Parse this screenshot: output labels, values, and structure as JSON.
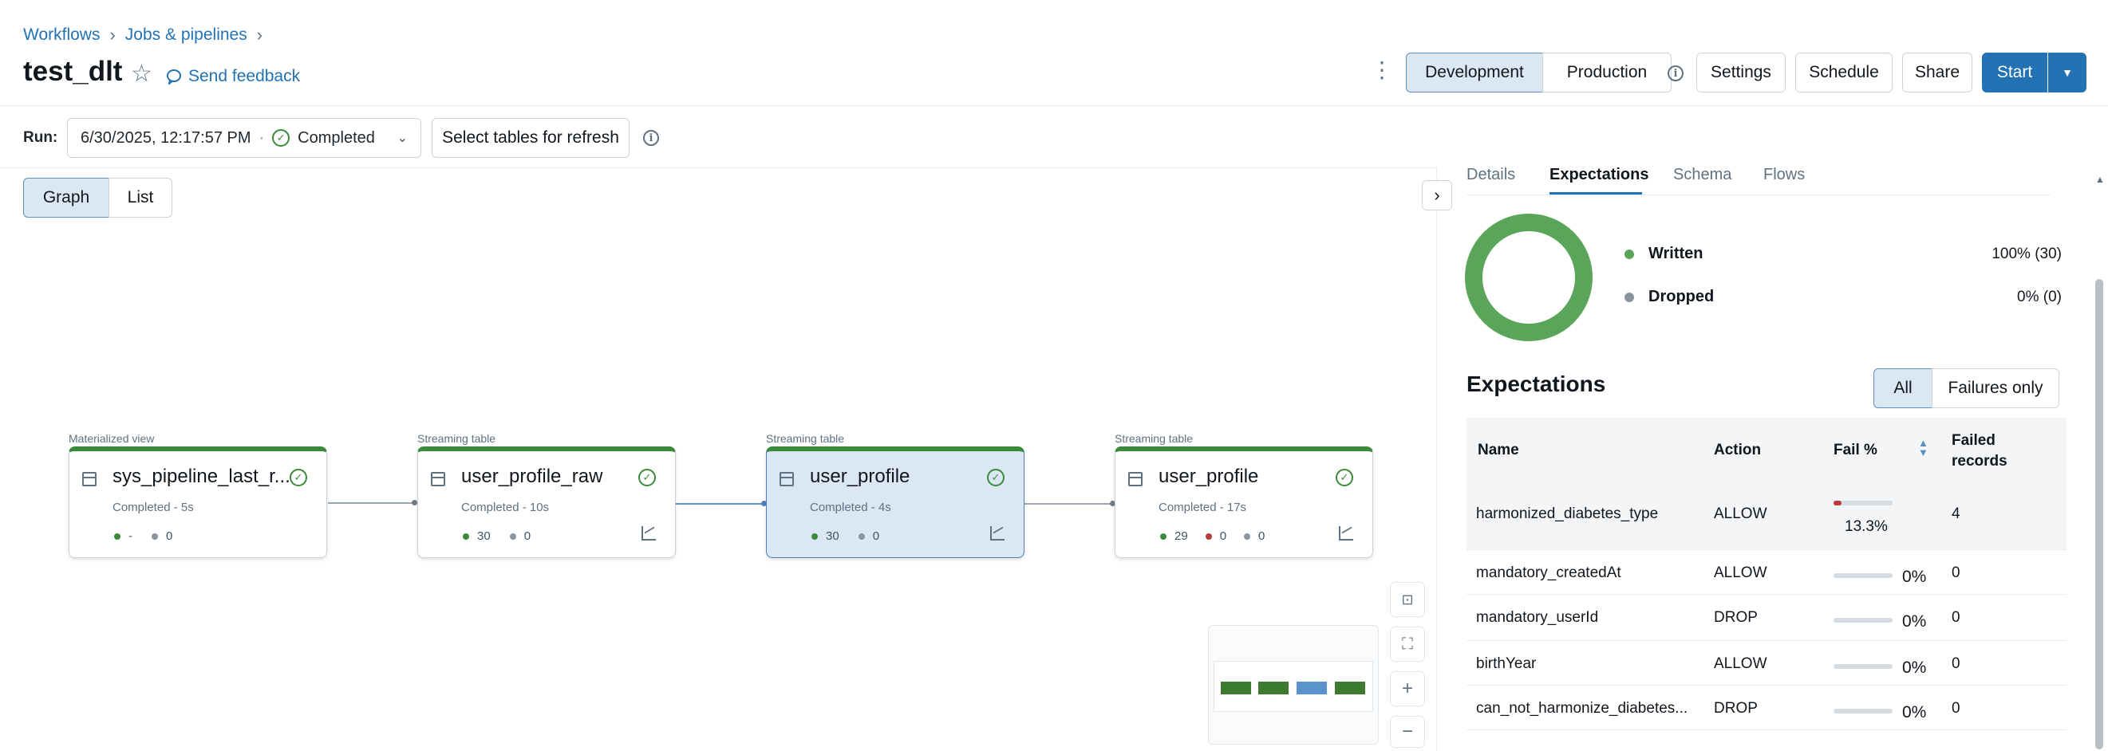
{
  "breadcrumb": [
    "Workflows",
    "Jobs & pipelines"
  ],
  "title": "test_dlt",
  "feedback_label": "Send feedback",
  "header_buttons": {
    "development": "Development",
    "production": "Production",
    "settings": "Settings",
    "schedule": "Schedule",
    "share": "Share",
    "start": "Start"
  },
  "run": {
    "label": "Run:",
    "datetime": "6/30/2025, 12:17:57 PM",
    "status": "Completed",
    "refresh_label": "Select tables for refresh"
  },
  "view_toggle": {
    "graph": "Graph",
    "list": "List"
  },
  "nodes": [
    {
      "type": "Materialized view",
      "name": "sys_pipeline_last_r...",
      "status": "Completed - 5s",
      "written": "-",
      "dropped": "0"
    },
    {
      "type": "Streaming table",
      "name": "user_profile_raw",
      "status": "Completed - 10s",
      "written": "30",
      "dropped": "0"
    },
    {
      "type": "Streaming table",
      "name": "user_profile",
      "status": "Completed - 4s",
      "written": "30",
      "dropped": "0"
    },
    {
      "type": "Streaming table",
      "name": "user_profile",
      "status": "Completed - 17s",
      "written": "29",
      "failed": "0",
      "dropped": "0"
    }
  ],
  "panel_tabs": [
    "Details",
    "Expectations",
    "Schema",
    "Flows"
  ],
  "summary": {
    "written_label": "Written",
    "written_value": "100% (30)",
    "dropped_label": "Dropped",
    "dropped_value": "0% (0)",
    "written_fraction": 1.0
  },
  "expectations": {
    "heading": "Expectations",
    "filter_all": "All",
    "filter_failures": "Failures only",
    "columns": {
      "name": "Name",
      "action": "Action",
      "fail_pct": "Fail %",
      "failed_records": "Failed records"
    },
    "rows": [
      {
        "name": "harmonized_diabetes_type",
        "action": "ALLOW",
        "fail": "13.3%",
        "fail_fraction": 0.133,
        "failed": "4"
      },
      {
        "name": "mandatory_createdAt",
        "action": "ALLOW",
        "fail": "0%",
        "fail_fraction": 0,
        "failed": "0"
      },
      {
        "name": "mandatory_userId",
        "action": "DROP",
        "fail": "0%",
        "fail_fraction": 0,
        "failed": "0"
      },
      {
        "name": "birthYear",
        "action": "ALLOW",
        "fail": "0%",
        "fail_fraction": 0,
        "failed": "0"
      },
      {
        "name": "can_not_harmonize_diabetes...",
        "action": "DROP",
        "fail": "0%",
        "fail_fraction": 0,
        "failed": "0"
      }
    ]
  },
  "colors": {
    "primary": "#2272b4",
    "success": "#3b8a3b",
    "written": "#5aa55a",
    "dropped": "#8a949c",
    "fail": "#b83a3a"
  }
}
